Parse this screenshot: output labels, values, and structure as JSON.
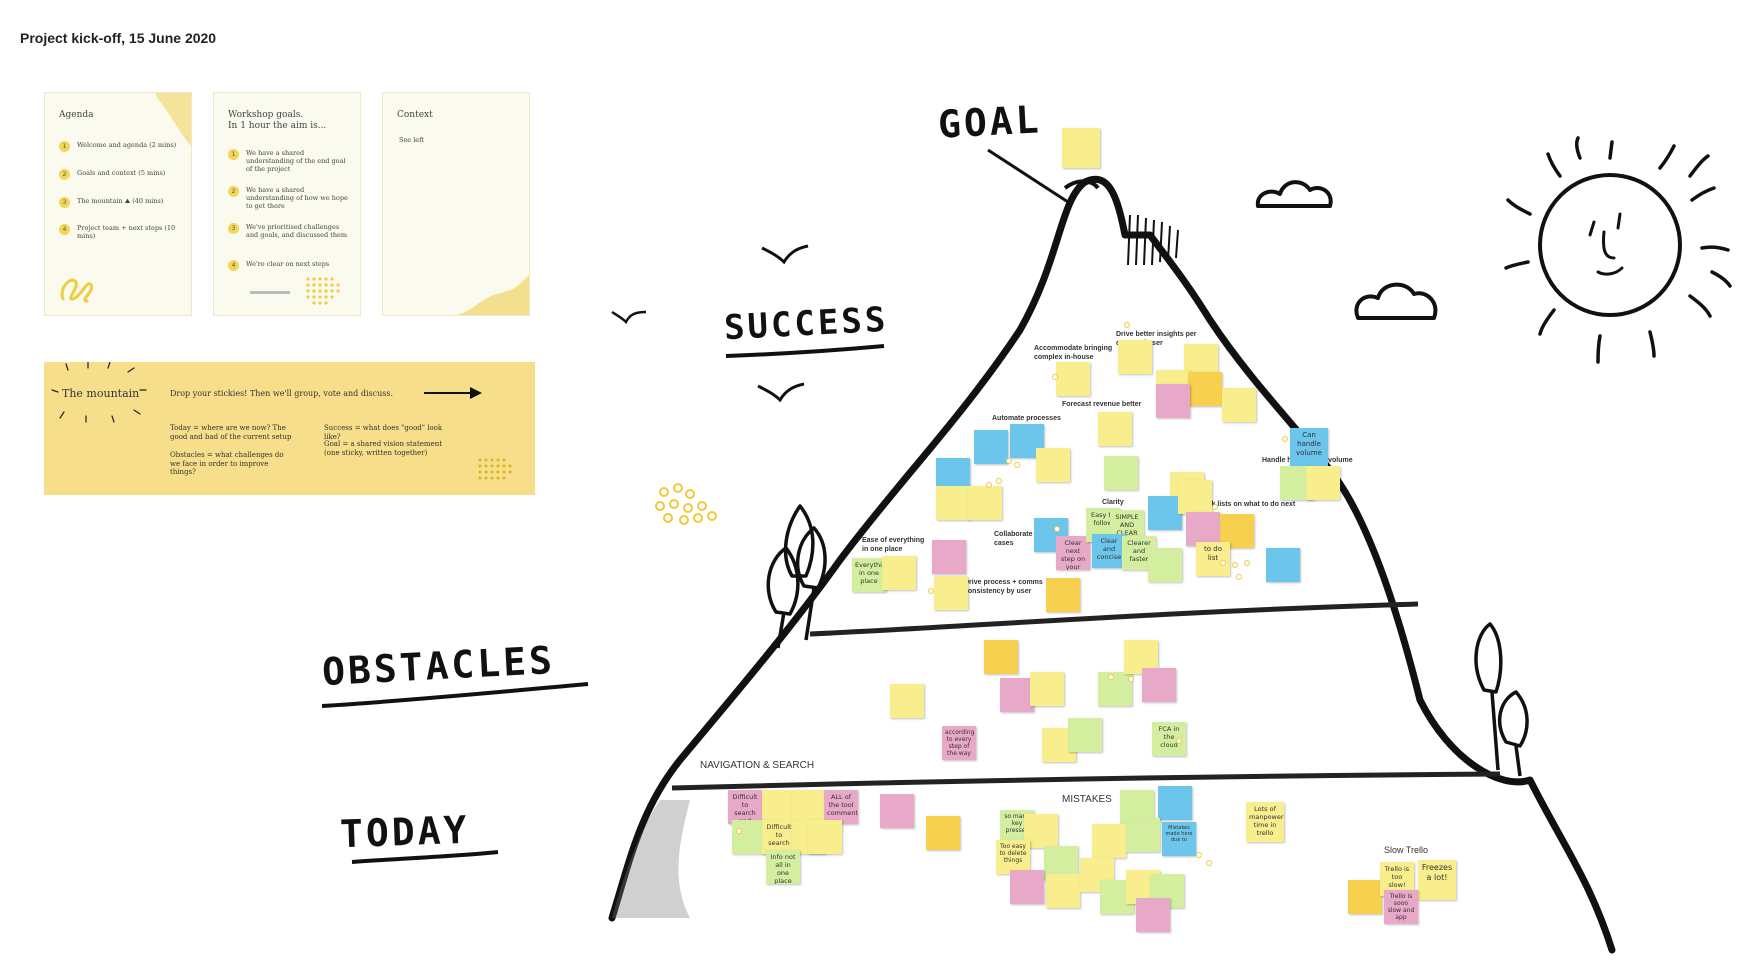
{
  "board_title": "Project kick-off, 15 June 2020",
  "agenda": {
    "title": "Agenda",
    "items": [
      {
        "num": "1",
        "text": "Welcome and agenda (2 mins)"
      },
      {
        "num": "2",
        "text": "Goals and context (5 mins)"
      },
      {
        "num": "3",
        "text": "The mountain ⛰ (40 mins)"
      },
      {
        "num": "4",
        "text": "Project team + next steps (10 mins)"
      }
    ]
  },
  "workshop_goals": {
    "title": "Workshop goals.\nIn 1 hour the aim is...",
    "items": [
      {
        "num": "1",
        "text": "We have a shared understanding of the end goal of the project"
      },
      {
        "num": "2",
        "text": "We have a shared understanding of how we hope to get there"
      },
      {
        "num": "3",
        "text": "We've prioritised challenges and goals, and discussed them"
      },
      {
        "num": "4",
        "text": "We're clear on next steps"
      }
    ]
  },
  "context": {
    "title": "Context",
    "body": "See left"
  },
  "banner": {
    "title": "The mountain",
    "instruction": "Drop your stickies! Then we'll group, vote and discuss.",
    "today": "Today = where are we now? The good and bad of the current setup",
    "obstacles": "Obstacles = what challenges do we face in order to improve things?",
    "success": "Success = what does \"good\" look like?",
    "goal": "Goal = a shared vision statement (one sticky, written together)"
  },
  "zones": {
    "goal": "GOAL",
    "success": "SUCCESS",
    "obstacles": "OBSTACLES",
    "today": "TODAY"
  },
  "cluster_labels": {
    "navigation": "NAVIGATION & SEARCH",
    "mistakes": "MISTAKES",
    "slow_trello": "Slow Trello"
  },
  "success_headers": [
    "Drive better insights per case and user",
    "Accommodate bringing complex in-house",
    "Forecast revenue better",
    "Automate processes",
    "Handle higher case volume",
    "Clarity",
    "Clear task lists on what to do next",
    "Collaborate on cases",
    "Ease of everything in one place",
    "Drive process + comms consistency by user"
  ],
  "sticky_texts": {
    "can_handle_volume": "Can handle volume",
    "clear_next_step": "Clear next step on your case",
    "simple_and_clear": "SIMPLE AND CLEAR",
    "easy_to_follow": "Easy to follow",
    "clear_and_concise": "Clear and concise",
    "clearer_and_faster": "Clearer and faster",
    "to_do_list": "to do list",
    "everything_in_one_place": "Everything in one place",
    "difficult_to_search": "Difficult to search and filter",
    "difficult_to_search_2": "Difficult to search",
    "info_not_all_in_one_place": "Info not all in one place",
    "all_the_tool_comments": "ALL of the tool comments",
    "lots_of_manpower": "Lots of manpower time in trello",
    "trello_too_slow": "Trello is too slow!",
    "freezes_a_lot": "Freezes a lot!",
    "trello_slow_2": "Trello is sooo slow and app",
    "so_many_key_presses": "so many key presses",
    "too_easy_to_delete": "Too easy to delete things",
    "fca_in_the_cloud": "FCA in the cloud",
    "according_to_every_step": "according to every step of the way",
    "mistakes_made": "Mistakes made here due to"
  },
  "colors": {
    "yellow": "#f8ee8e",
    "pink": "#e8a8c8",
    "green": "#d4eea0",
    "blue": "#6cc6ec",
    "orange": "#f6d04e",
    "banner": "#f6de8a",
    "card": "#fbfaee"
  }
}
